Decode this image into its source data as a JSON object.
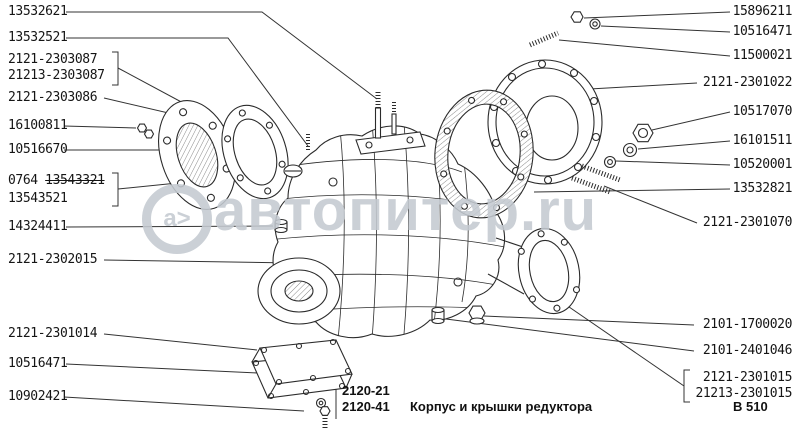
{
  "watermark": {
    "logo_text": "а>",
    "domain_text": "автопитер.ru",
    "color": "#c4cad1"
  },
  "footer": {
    "code_top": "2120-21",
    "code_bottom": "2120-41",
    "caption": "Корпус и крышки редуктора",
    "page_ref": "В 510"
  },
  "labels_left": [
    {
      "text": "13532621"
    },
    {
      "text": "13532521"
    },
    {
      "text": "2121-2303087"
    },
    {
      "text": "21213-2303087"
    },
    {
      "text": "2121-2303086"
    },
    {
      "text": "16100811"
    },
    {
      "text": "10516670"
    },
    {
      "text": "0764"
    },
    {
      "text": "13543321",
      "strikethrough": true
    },
    {
      "text": "13543521"
    },
    {
      "text": "14324411"
    },
    {
      "text": "2121-2302015"
    },
    {
      "text": "2121-2301014"
    },
    {
      "text": "10516471"
    },
    {
      "text": "10902421"
    }
  ],
  "labels_right": [
    {
      "text": "15896211"
    },
    {
      "text": "10516471"
    },
    {
      "text": "11500021"
    },
    {
      "text": "2121-2301022"
    },
    {
      "text": "10517070"
    },
    {
      "text": "16101511"
    },
    {
      "text": "10520001"
    },
    {
      "text": "13532821"
    },
    {
      "text": "2121-2301070"
    },
    {
      "text": "2101-1700020"
    },
    {
      "text": "2101-2401046"
    },
    {
      "text": "2121-2301015"
    },
    {
      "text": "21213-2301015"
    }
  ]
}
